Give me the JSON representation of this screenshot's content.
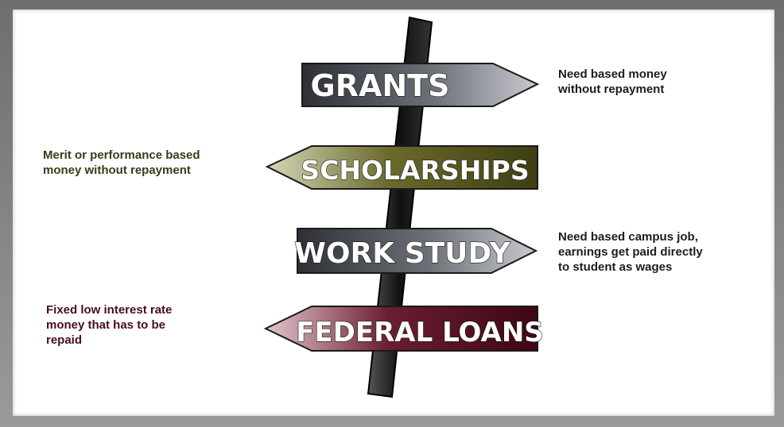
{
  "signs": [
    {
      "id": "grants",
      "label": "GRANTS",
      "direction": "right",
      "color": "#4a4d54",
      "description": "Need based money\nwithout repayment"
    },
    {
      "id": "scholarships",
      "label": "SCHOLARSHIPS",
      "direction": "left",
      "color": "#5b5a22",
      "description": "Merit or performance based\nmoney without repayment"
    },
    {
      "id": "workstudy",
      "label": "WORK STUDY",
      "direction": "right",
      "color": "#4a4d54",
      "description": "Need based campus job,\nearnings get paid directly\nto student as wages"
    },
    {
      "id": "loans",
      "label": "FEDERAL LOANS",
      "direction": "left",
      "color": "#5a0f1e",
      "description": "Fixed low interest rate\nmoney that has to be\nrepaid"
    }
  ]
}
